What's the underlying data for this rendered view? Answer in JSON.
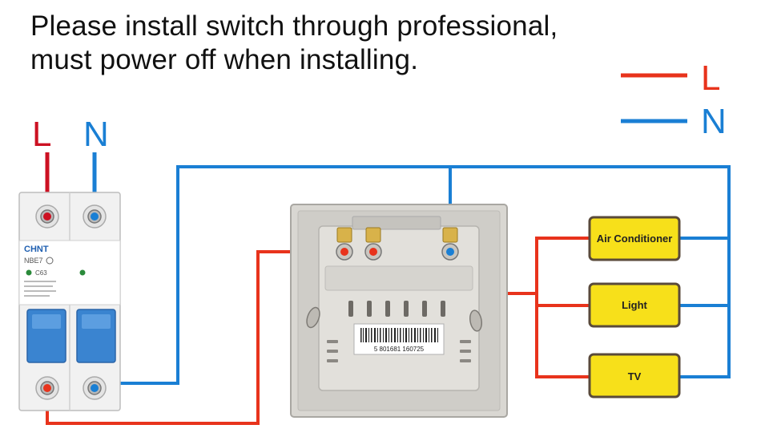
{
  "heading": {
    "line1": "Please install switch through professional,",
    "line2": "must power off when installing."
  },
  "legend": {
    "live_label": "L",
    "neutral_label": "N"
  },
  "breaker": {
    "live_label": "L",
    "neutral_label": "N",
    "brand": "CHNT",
    "model": "NBE7",
    "rating": "C63"
  },
  "switch": {
    "barcode_number": "5 801681 160725"
  },
  "loads": [
    {
      "label": "Air Conditioner"
    },
    {
      "label": "Light"
    },
    {
      "label": "TV"
    }
  ],
  "colors": {
    "live_wire": "#e8331c",
    "neutral_wire": "#1a7fd4",
    "breaker_live": "#cc1122",
    "load_fill": "#f7e01a",
    "load_border": "#5a4a3a",
    "breaker_lever": "#3a84d0"
  }
}
